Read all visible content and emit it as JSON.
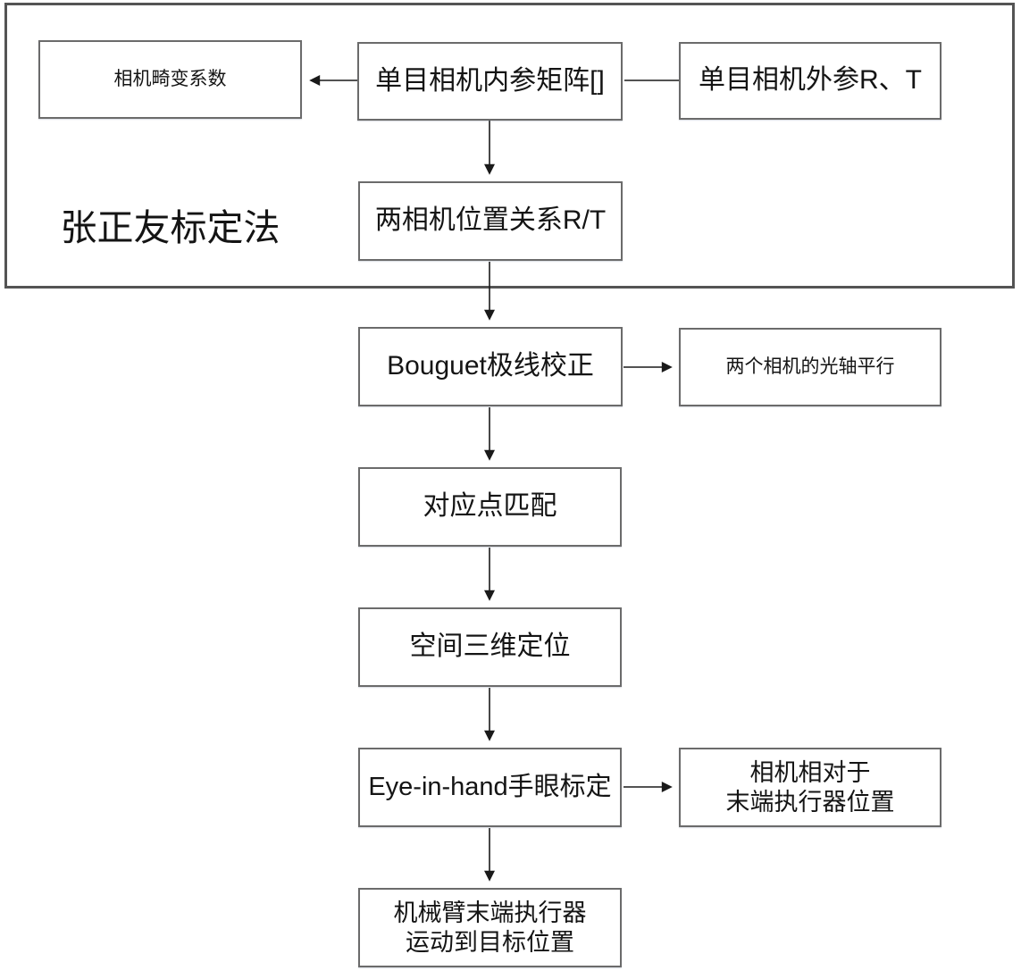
{
  "diagram": {
    "group": {
      "label": "张正友标定法"
    },
    "nodes": {
      "distortion": {
        "label": "相机畸变系数"
      },
      "intrinsic": {
        "label": "单目相机内参矩阵[]"
      },
      "extrinsic": {
        "label": "单目相机外参R、T"
      },
      "relation": {
        "label": "两相机位置关系R/T"
      },
      "bouguet": {
        "label": "Bouguet极线校正"
      },
      "optical_parallel": {
        "label": "两个相机的光轴平行"
      },
      "point_matching": {
        "label": "对应点匹配"
      },
      "spatial_3d": {
        "label": "空间三维定位"
      },
      "eye_in_hand": {
        "label": "Eye-in-hand手眼标定"
      },
      "end_effector_pose": {
        "line1": "相机相对于",
        "line2": "末端执行器位置"
      },
      "move_to_target": {
        "line1": "机械臂末端执行器",
        "line2": "运动到目标位置"
      }
    },
    "edges": [
      {
        "from": "intrinsic",
        "to": "distortion",
        "arrow": true
      },
      {
        "from": "extrinsic",
        "to": "intrinsic",
        "arrow": false
      },
      {
        "from": "intrinsic",
        "to": "relation",
        "arrow": true
      },
      {
        "from": "relation",
        "to": "bouguet",
        "arrow": true
      },
      {
        "from": "bouguet",
        "to": "optical_parallel",
        "arrow": true
      },
      {
        "from": "bouguet",
        "to": "point_matching",
        "arrow": true
      },
      {
        "from": "point_matching",
        "to": "spatial_3d",
        "arrow": true
      },
      {
        "from": "spatial_3d",
        "to": "eye_in_hand",
        "arrow": true
      },
      {
        "from": "eye_in_hand",
        "to": "end_effector_pose",
        "arrow": true
      },
      {
        "from": "eye_in_hand",
        "to": "move_to_target",
        "arrow": true
      }
    ],
    "colors": {
      "background": "#ffffff",
      "node_border": "#6b6b6b",
      "group_border": "#545454",
      "arrow": "#1a1a1a",
      "text": "#141414"
    }
  }
}
